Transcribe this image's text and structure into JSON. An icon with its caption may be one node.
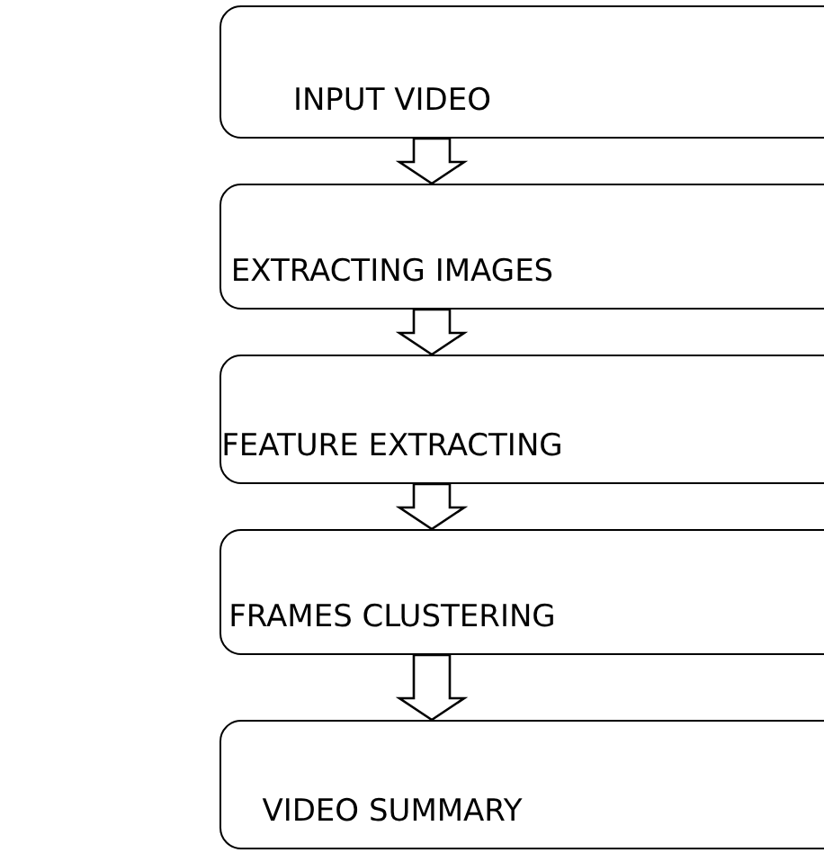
{
  "diagram": {
    "nodes": [
      {
        "text": [
          "INPUT VIDEO"
        ]
      },
      {
        "text": [
          "EXTRACTING IMAGES"
        ]
      },
      {
        "text": [
          "FEATURE EXTRACTING"
        ]
      },
      {
        "text": [
          "FRAMES CLUSTERING"
        ]
      },
      {
        "text": [
          "VIDEO SUMMARY"
        ]
      }
    ],
    "edges": [
      {
        "from": 0,
        "to": 1,
        "arrow": "to"
      },
      {
        "from": 1,
        "to": 2,
        "arrow": "to"
      },
      {
        "from": 2,
        "to": 3,
        "arrow": "to"
      },
      {
        "from": 3,
        "to": 4,
        "arrow": "to"
      }
    ]
  }
}
